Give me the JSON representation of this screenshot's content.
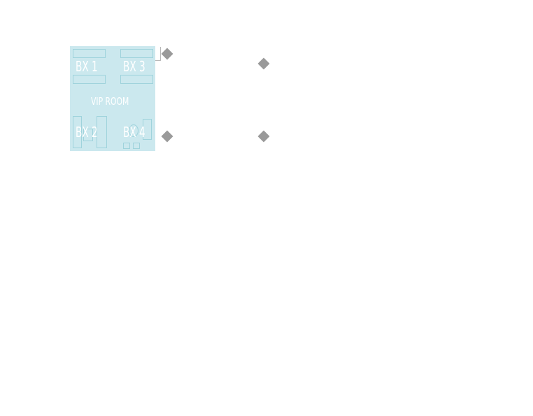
{
  "floor_plan": {
    "room_label": "VIP ROOM",
    "boxes": [
      {
        "id": "box-1",
        "label": "BX 1"
      },
      {
        "id": "box-2",
        "label": "BX 2"
      },
      {
        "id": "box-3",
        "label": "BX 3"
      },
      {
        "id": "box-4",
        "label": "BX 4"
      }
    ]
  },
  "colors": {
    "room_fill": "#cbe8ee",
    "furniture_outline": "#9fd3dc",
    "label_text": "#ffffff",
    "marker_fill": "#9a9a9a"
  },
  "markers": [
    {
      "id": "marker-1",
      "icon": "diamond-icon"
    },
    {
      "id": "marker-2",
      "icon": "diamond-icon"
    },
    {
      "id": "marker-3",
      "icon": "diamond-icon"
    },
    {
      "id": "marker-4",
      "icon": "diamond-icon"
    }
  ]
}
